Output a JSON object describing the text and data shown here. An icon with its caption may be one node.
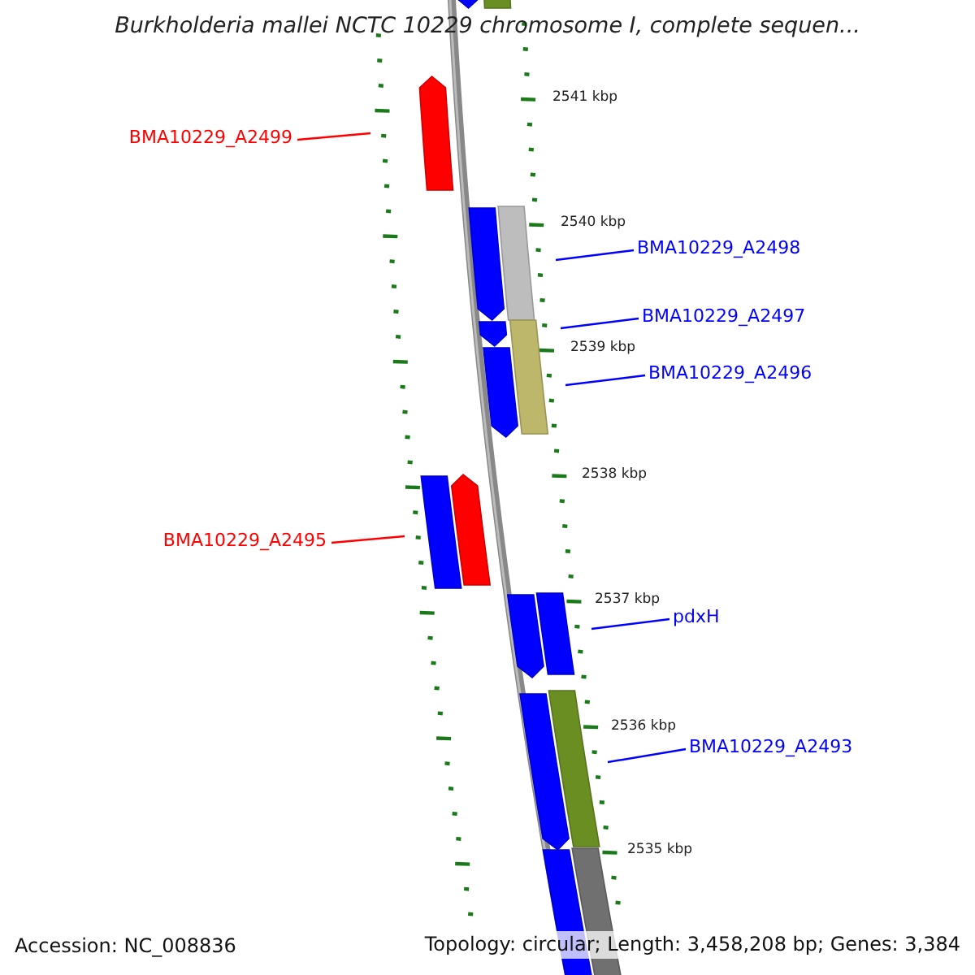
{
  "diagram": {
    "title": "Burkholderia mallei NCTC 10229 chromosome I, complete sequen...",
    "nodes": [
      {
        "text": [
          "BMA10229_A2499"
        ]
      },
      {
        "text": [
          "BMA10229_A2498"
        ]
      },
      {
        "text": [
          "BMA10229_A2497"
        ]
      },
      {
        "text": [
          "BMA10229_A2496"
        ]
      },
      {
        "text": [
          "BMA10229_A2495"
        ]
      },
      {
        "text": [
          "pdxH"
        ]
      },
      {
        "text": [
          "BMA10229_A2493"
        ]
      }
    ],
    "edges": [
      {
        "from": 0,
        "to": null,
        "arrow": "none",
        "color": "#ff0000"
      },
      {
        "from": 1,
        "to": null,
        "arrow": "none"
      },
      {
        "from": 2,
        "to": null,
        "arrow": "none"
      },
      {
        "from": 3,
        "to": null,
        "arrow": "none"
      },
      {
        "from": 4,
        "to": null,
        "arrow": "none",
        "color": "#ff0000"
      },
      {
        "from": 5,
        "to": null,
        "arrow": "none"
      },
      {
        "from": 6,
        "to": null,
        "arrow": "none"
      }
    ],
    "labels": [
      "2541 kbp",
      "2540 kbp",
      "2539 kbp",
      "2538 kbp",
      "2537 kbp",
      "2536 kbp",
      "2535 kbp",
      "Accession: NC_008836",
      "Topology: circular; Length: 3,458,208 bp; Genes: 3,384"
    ]
  }
}
